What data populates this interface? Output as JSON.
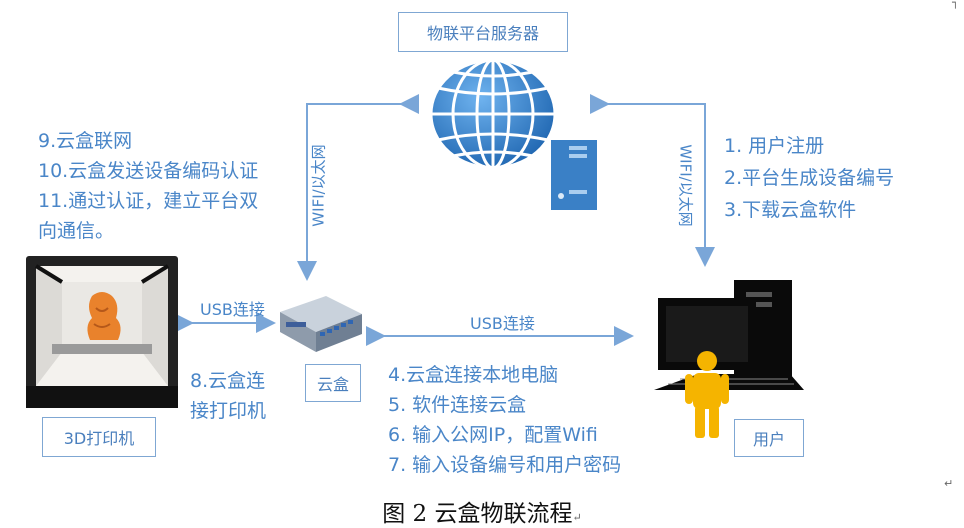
{
  "nodes": {
    "server": "物联平台服务器",
    "cloudbox": "云盒",
    "printer": "3D打印机",
    "user": "用户"
  },
  "links": {
    "wifi_left": "WIFI/以太网",
    "wifi_right": "WIFI/以太网",
    "usb_printer": "USB连接",
    "usb_computer": "USB连接"
  },
  "steps_left_top": [
    "9.云盒联网",
    "10.云盒发送设备编码认证",
    "11.通过认证，建立平台双",
    "向通信。"
  ],
  "steps_right_top": [
    "1. 用户注册",
    "2.平台生成设备编号",
    "3.下载云盒软件"
  ],
  "steps_printer": [
    "8.云盒连",
    "接打印机"
  ],
  "steps_bottom": [
    "4.云盒连接本地电脑",
    "5. 软件连接云盒",
    "6. 输入公网IP，配置Wifi",
    "7. 输入设备编号和用户密码"
  ],
  "caption": "图 2  云盒物联流程",
  "colors": {
    "accent": "#4a86c8",
    "arrow": "#7aa6d8",
    "globe": "#3a80c6",
    "user_figure": "#f5b400"
  },
  "icons": [
    "globe-icon",
    "server-tower-icon",
    "cloudbox-device-icon",
    "printer-3d-icon",
    "computer-icon",
    "user-figure-icon"
  ]
}
